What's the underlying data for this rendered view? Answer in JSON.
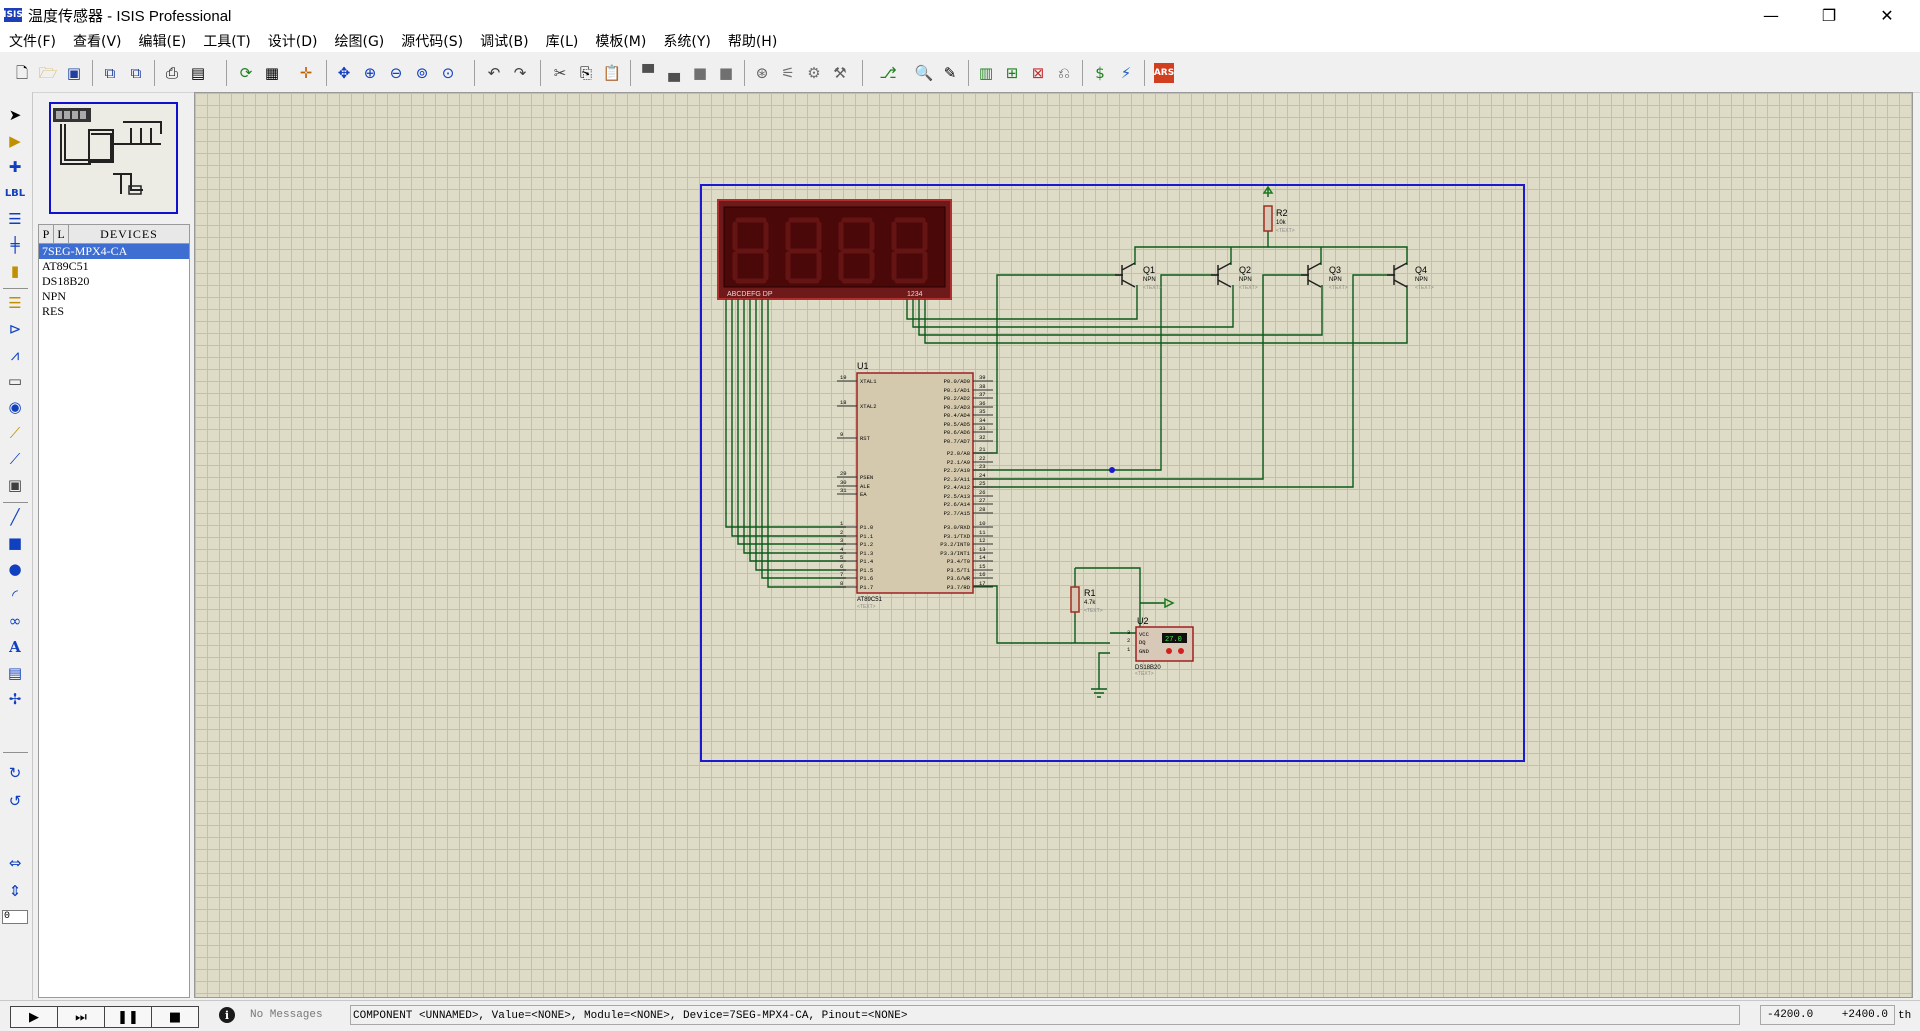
{
  "window": {
    "app_icon_text": "ISIS",
    "title": "温度传感器 - ISIS Professional",
    "controls": [
      "—",
      "❐",
      "✕"
    ]
  },
  "menu": [
    "文件(F)",
    "查看(V)",
    "编辑(E)",
    "工具(T)",
    "设计(D)",
    "绘图(G)",
    "源代码(S)",
    "调试(B)",
    "库(L)",
    "模板(M)",
    "系统(Y)",
    "帮助(H)"
  ],
  "toolbar_icons": [
    "new-file",
    "open-file",
    "save",
    "import-section",
    "export-section",
    "print",
    "print-area",
    "redraw",
    "grid",
    "origin",
    "pan",
    "zoom-in",
    "zoom-out",
    "zoom-all",
    "zoom-area",
    "undo",
    "redo",
    "cut",
    "copy",
    "paste",
    "block-copy",
    "block-move",
    "block-rotate",
    "block-delete",
    "pick-device",
    "make-device",
    "packaging-tool",
    "decompose",
    "wire-autorouter",
    "search-tag",
    "property-assignment",
    "new-sheet",
    "add-sheet",
    "remove-sheet",
    "goto-sheet",
    "bill-of-materials",
    "electrical-rule-check",
    "netlist-to-ares"
  ],
  "rotation_value": "0",
  "device_panel": {
    "tab_p": "P",
    "tab_l": "L",
    "title": "DEVICES",
    "items": [
      "7SEG-MPX4-CA",
      "AT89C51",
      "DS18B20",
      "NPN",
      "RES"
    ],
    "selected": "7SEG-MPX4-CA"
  },
  "schematic": {
    "display_segment_labels": "ABCDEFG  DP",
    "display_digit_labels": "1234",
    "mcu_ref": "U1",
    "mcu_part": "AT89C51",
    "mcu_left_pins": [
      "XTAL1",
      "XTAL2",
      "RST",
      "PSEN",
      "ALE",
      "EA",
      "P1.0",
      "P1.1",
      "P1.2",
      "P1.3",
      "P1.4",
      "P1.5",
      "P1.6",
      "P1.7"
    ],
    "mcu_left_pin_numbers": [
      "19",
      "18",
      "9",
      "29",
      "30",
      "31",
      "1",
      "2",
      "3",
      "4",
      "5",
      "6",
      "7",
      "8"
    ],
    "mcu_right_pins": [
      "P0.0/AD0",
      "P0.1/AD1",
      "P0.2/AD2",
      "P0.3/AD3",
      "P0.4/AD4",
      "P0.5/AD5",
      "P0.6/AD6",
      "P0.7/AD7",
      "P2.0/A8",
      "P2.1/A9",
      "P2.2/A10",
      "P2.3/A11",
      "P2.4/A12",
      "P2.5/A13",
      "P2.6/A14",
      "P2.7/A15",
      "P3.0/RXD",
      "P3.1/TXD",
      "P3.2/INT0",
      "P3.3/INT1",
      "P3.4/T0",
      "P3.5/T1",
      "P3.6/WR",
      "P3.7/RD"
    ],
    "mcu_right_pin_numbers": [
      "39",
      "38",
      "37",
      "36",
      "35",
      "34",
      "33",
      "32",
      "21",
      "22",
      "23",
      "24",
      "25",
      "26",
      "27",
      "28",
      "10",
      "11",
      "12",
      "13",
      "14",
      "15",
      "16",
      "17"
    ],
    "transistors": [
      {
        "ref": "Q1",
        "type": "NPN"
      },
      {
        "ref": "Q2",
        "type": "NPN"
      },
      {
        "ref": "Q3",
        "type": "NPN"
      },
      {
        "ref": "Q4",
        "type": "NPN"
      }
    ],
    "r2_ref": "R2",
    "r2_value": "10k",
    "r1_ref": "R1",
    "r1_value": "4.7k",
    "sensor_ref": "U2",
    "sensor_part": "DS18B20",
    "sensor_pins": [
      "VCC",
      "DQ",
      "GND"
    ],
    "sensor_pin_numbers": [
      "3",
      "2",
      "1"
    ],
    "sensor_display": "27.0",
    "text_placeholder": "<TEXT>"
  },
  "status": {
    "sim_buttons": [
      "▶",
      "⏭",
      "❚❚",
      "■"
    ],
    "messages": "No Messages",
    "info": "COMPONENT <UNNAMED>, Value=<NONE>, Module=<NONE>, Device=7SEG-MPX4-CA, Pinout=<NONE>",
    "coord_x": "-4200.0",
    "coord_y": "+2400.0",
    "unit": "th"
  }
}
